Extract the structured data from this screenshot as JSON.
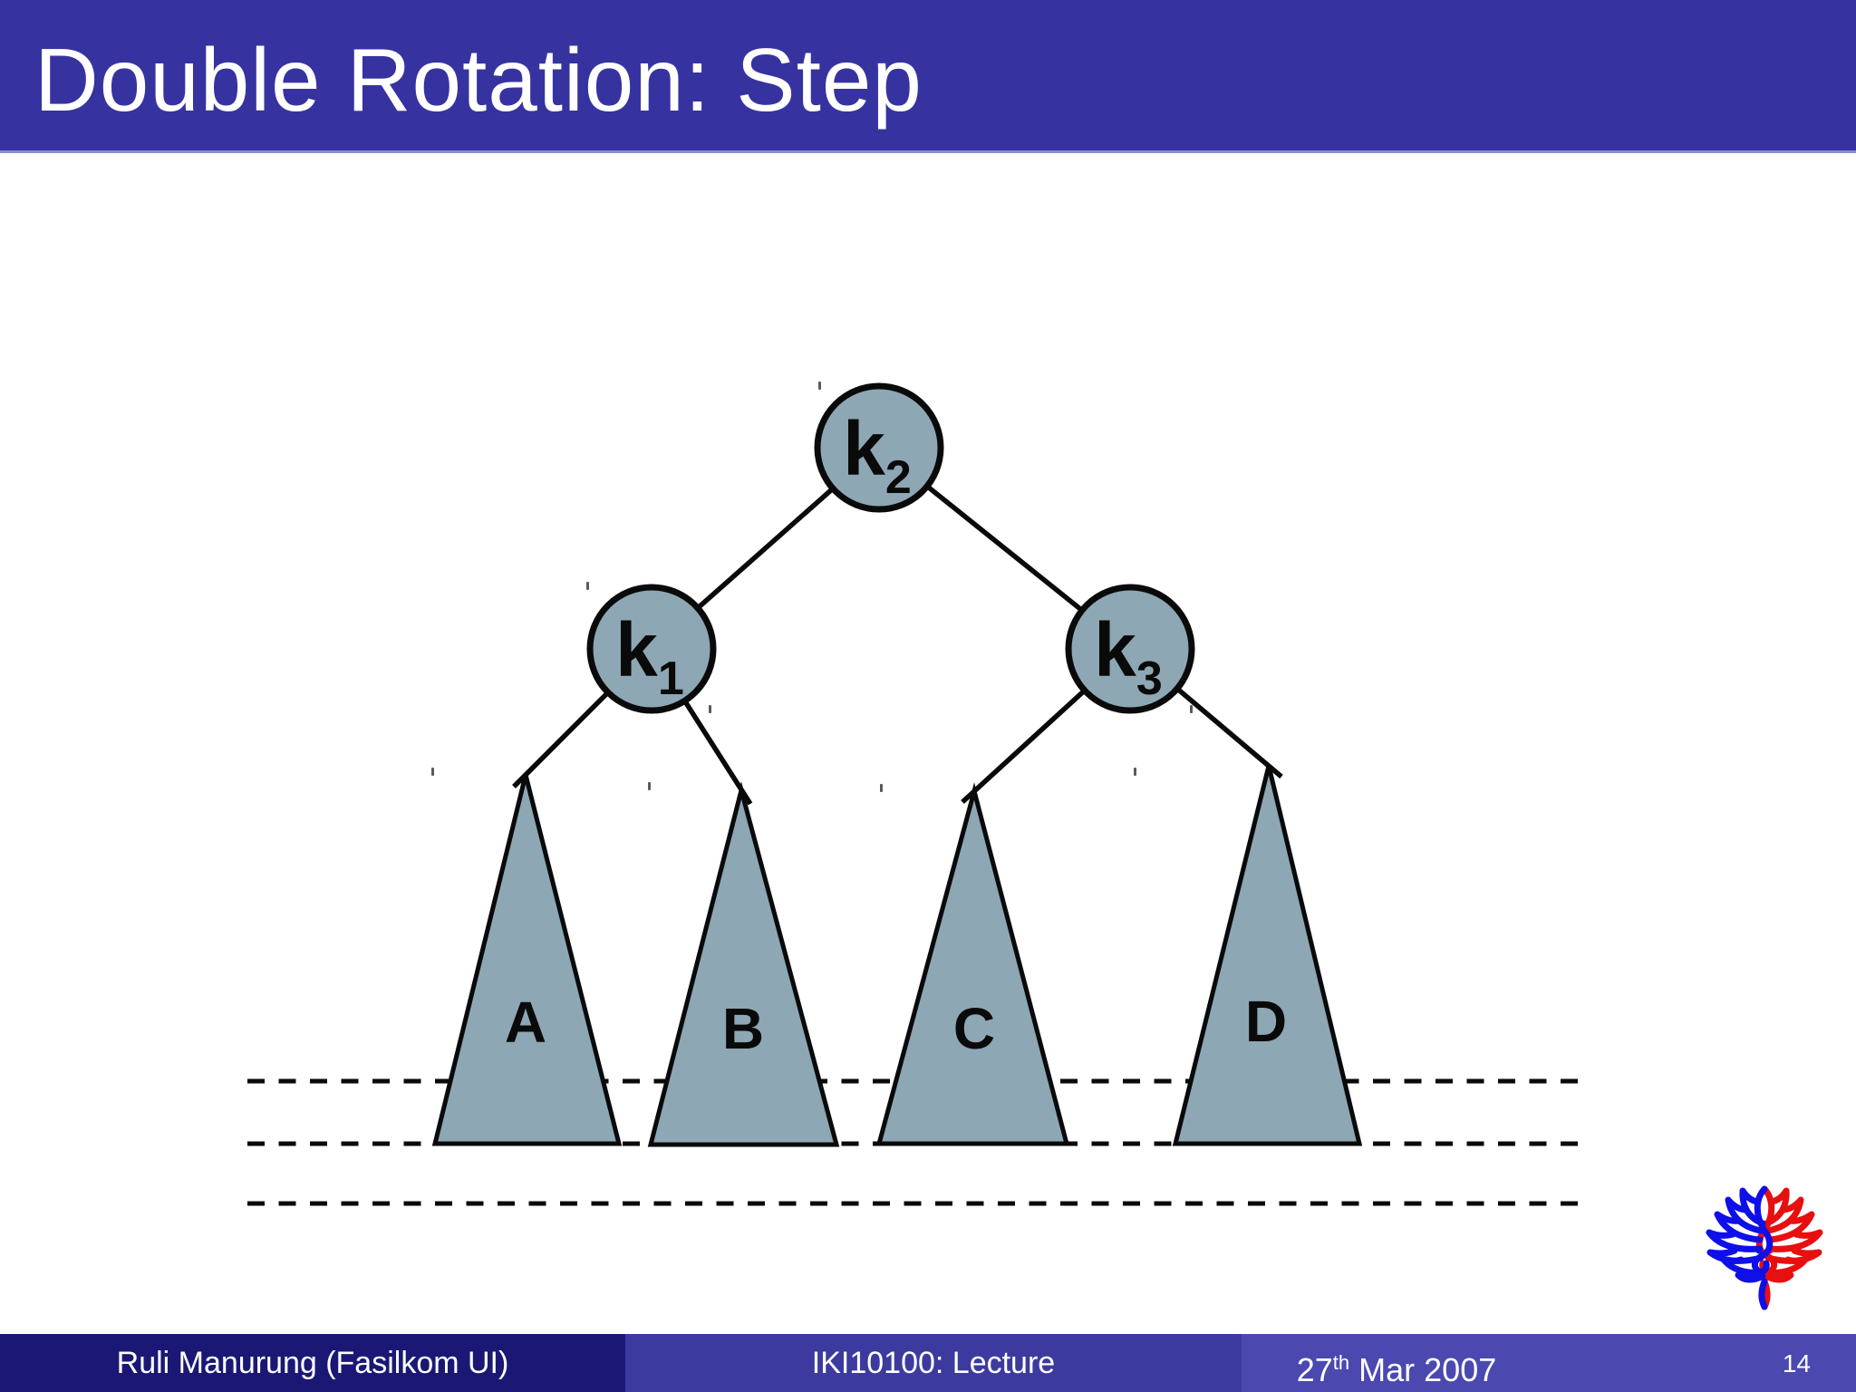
{
  "slide": {
    "title": "Double Rotation: Step",
    "page_number": "14"
  },
  "tree": {
    "nodes": [
      {
        "id": "k2",
        "label": "k",
        "sub": "2"
      },
      {
        "id": "k1",
        "label": "k",
        "sub": "1"
      },
      {
        "id": "k3",
        "label": "k",
        "sub": "3"
      }
    ],
    "subtrees": [
      {
        "label": "A"
      },
      {
        "label": "B"
      },
      {
        "label": "C"
      },
      {
        "label": "D"
      }
    ]
  },
  "footer": {
    "author": "Ruli Manurung (Fasilkom UI)",
    "course": "IKI10100: Lecture",
    "date_day": "27",
    "date_suffix": "th",
    "date_rest": " Mar 2007"
  },
  "logo": {
    "name": "universitas-indonesia-makara-logo"
  },
  "colors": {
    "header_bg": "#3633A0",
    "footer_author_bg": "#1B1875",
    "footer_course_bg": "#3D3A9F",
    "footer_date_bg": "#4B48AF",
    "node_fill": "#8EA7B4",
    "outline": "#0a0a0a",
    "logo_blue": "#0F0FE8",
    "logo_red": "#E80F0F"
  }
}
